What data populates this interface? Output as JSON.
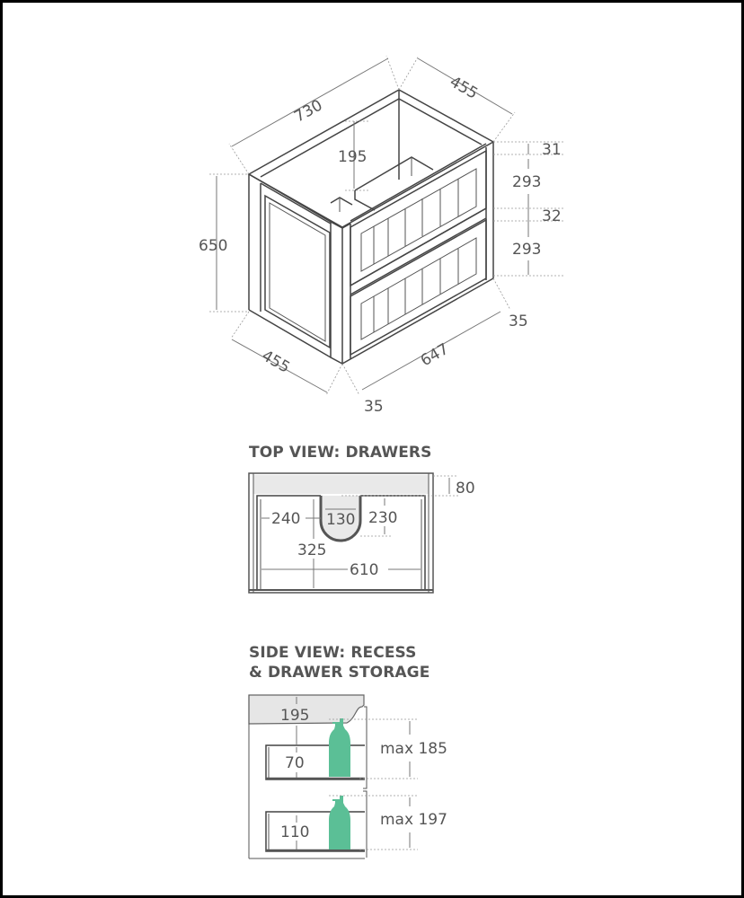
{
  "isometric": {
    "width_top": "730",
    "depth_top": "455",
    "recess_depth": "195",
    "height": "650",
    "depth_bottom": "455",
    "drawer_front_width": "647",
    "side_post_left": "35",
    "side_post_right": "35",
    "top_rail": "31",
    "drawer_1_height": "293",
    "middle_rail": "32",
    "drawer_2_height": "293"
  },
  "top_view": {
    "title": "TOP VIEW: DRAWERS",
    "back_offset": "80",
    "left_to_cutout": "240",
    "cutout_width": "130",
    "cutout_depth": "230",
    "drawer_depth": "325",
    "drawer_width": "610"
  },
  "side_view": {
    "title_line1": "SIDE VIEW: RECESS",
    "title_line2": "& DRAWER STORAGE",
    "recess_height": "195",
    "upper_drawer_height": "70",
    "lower_drawer_height": "110",
    "upper_max": "max 185",
    "lower_max": "max 197",
    "bottle_color": "#5bbf96"
  }
}
